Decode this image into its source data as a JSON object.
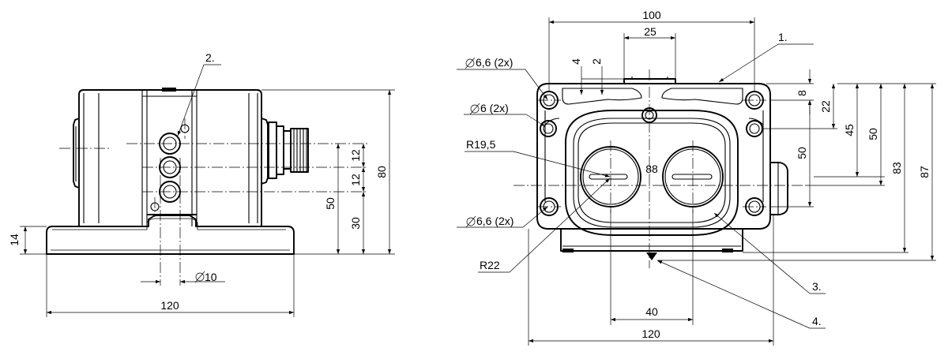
{
  "dimensions": {
    "side_base_height": "14",
    "side_total_height": "80",
    "side_height_50": "50",
    "side_height_30": "30",
    "side_pitch_a": "12",
    "side_pitch_b": "12",
    "side_hole_dia": "10",
    "side_width": "120",
    "front_width_top": "100",
    "front_width_25": "25",
    "front_width_40": "40",
    "front_width_120": "120",
    "front_dim_4": "4",
    "front_dim_2": "2",
    "front_dim_8": "8",
    "front_dim_22": "22",
    "front_dim_45": "45",
    "front_dim_50a": "50",
    "front_dim_50b": "50",
    "front_dim_83": "83",
    "front_dim_87": "87",
    "front_dim_88": "88"
  },
  "callouts": {
    "hole_66_top": "6,6 (2x)",
    "hole_6": "6 (2x)",
    "hole_66_bottom": "6,6 (2x)",
    "radius_19": "R19,5",
    "radius_22": "R22",
    "item_1": "1.",
    "item_2": "2.",
    "item_3": "3.",
    "item_4": "4."
  }
}
